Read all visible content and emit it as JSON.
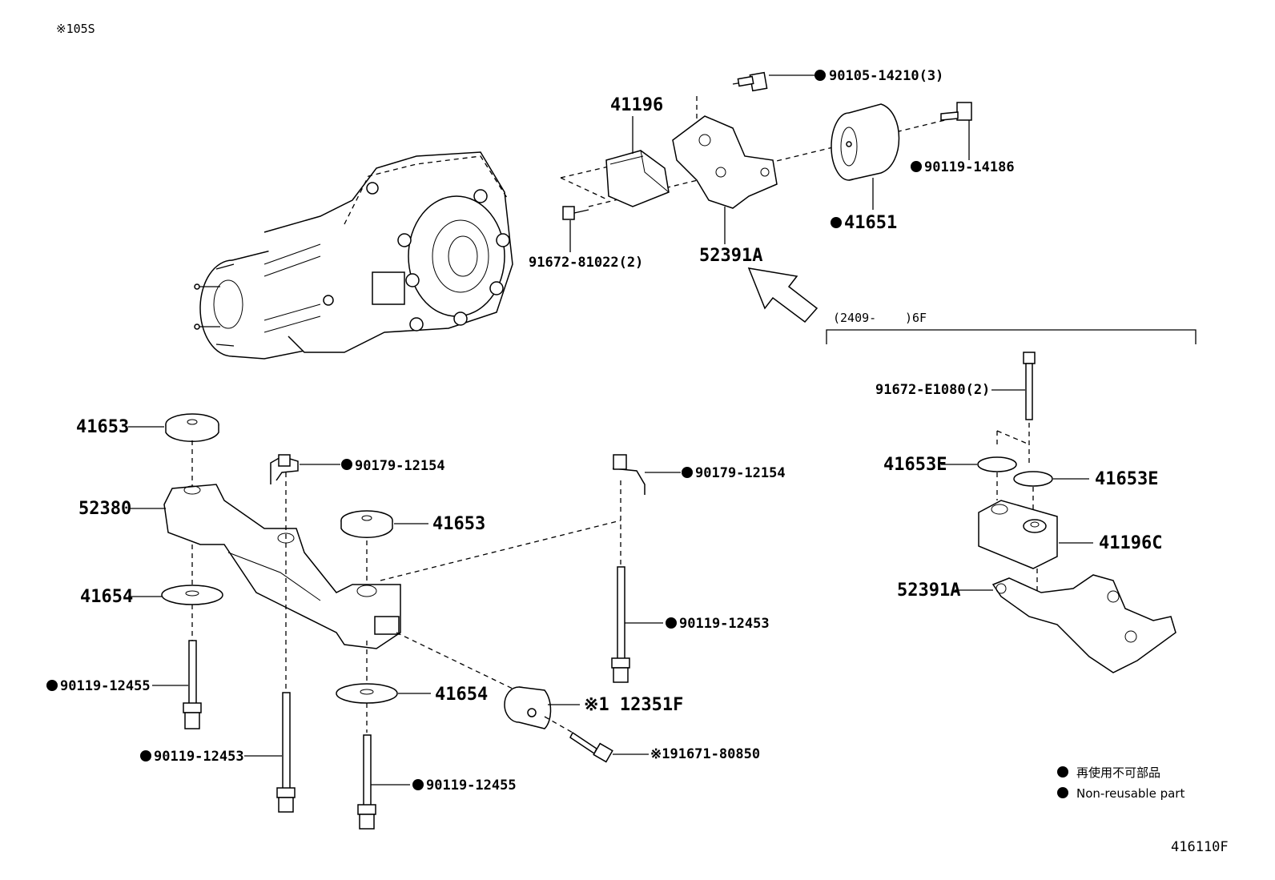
{
  "header": {
    "variant_code": "※105S"
  },
  "figure_code": "416110F",
  "bracket_group": {
    "range": "(2409-",
    "code": ")6F"
  },
  "legend": {
    "symbol_label_jp": "再使用不可部品",
    "symbol_label_en": "Non-reusable part"
  },
  "callouts": {
    "c_90105_14210": "90105-14210(3)",
    "c_41196": "41196",
    "c_90119_14186": "90119-14186",
    "c_41651": "41651",
    "c_91672_81022": "91672-81022(2)",
    "c_52391a_top": "52391A",
    "c_41653_left": "41653",
    "c_90179_a": "90179-12154",
    "c_90179_b": "90179-12154",
    "c_52380": "52380",
    "c_41653_mid": "41653",
    "c_41654_left": "41654",
    "c_90119_12453_right": "90119-12453",
    "c_90119_12455_left": "90119-12455",
    "c_41654_mid": "41654",
    "c_12351f": "※1 12351F",
    "c_90119_12453_left": "90119-12453",
    "c_91671_80850": "※191671-80850",
    "c_90119_12455_bottom": "90119-12455",
    "c_91672_e1080": "91672-E1080(2)",
    "c_41653e_left": "41653E",
    "c_41653e_right": "41653E",
    "c_41196c": "41196C",
    "c_52391a_right": "52391A"
  }
}
